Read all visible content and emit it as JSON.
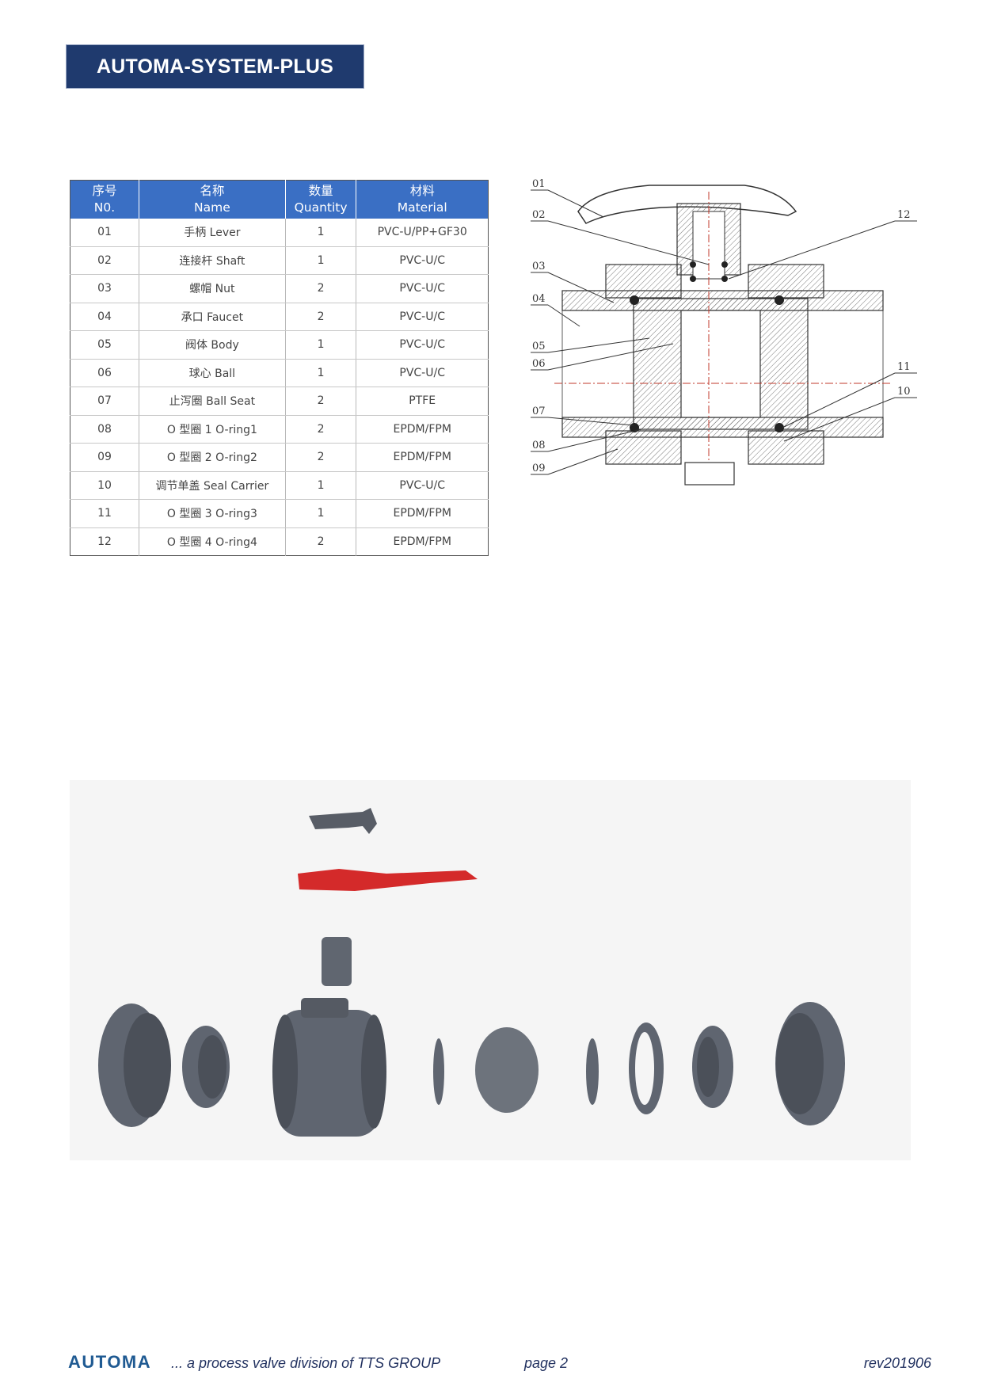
{
  "header": {
    "banner": "AUTOMA-SYSTEM-PLUS"
  },
  "table": {
    "headers": [
      {
        "zh": "序号",
        "en": "N0."
      },
      {
        "zh": "名称",
        "en": "Name"
      },
      {
        "zh": "数量",
        "en": "Quantity"
      },
      {
        "zh": "材料",
        "en": "Material"
      }
    ],
    "rows": [
      {
        "no": "01",
        "name": "手柄 Lever",
        "qty": "1",
        "material": "PVC-U/PP+GF30"
      },
      {
        "no": "02",
        "name": "连接杆 Shaft",
        "qty": "1",
        "material": "PVC-U/C"
      },
      {
        "no": "03",
        "name": "螺帽 Nut",
        "qty": "2",
        "material": "PVC-U/C"
      },
      {
        "no": "04",
        "name": "承口 Faucet",
        "qty": "2",
        "material": "PVC-U/C"
      },
      {
        "no": "05",
        "name": "阀体 Body",
        "qty": "1",
        "material": "PVC-U/C"
      },
      {
        "no": "06",
        "name": "球心 Ball",
        "qty": "1",
        "material": "PVC-U/C"
      },
      {
        "no": "07",
        "name": "止泻圈 Ball Seat",
        "qty": "2",
        "material": "PTFE"
      },
      {
        "no": "08",
        "name": "O 型圈 1 O-ring1",
        "qty": "2",
        "material": "EPDM/FPM"
      },
      {
        "no": "09",
        "name": "O 型圈 2 O-ring2",
        "qty": "2",
        "material": "EPDM/FPM"
      },
      {
        "no": "10",
        "name": "调节单盖 Seal Carrier",
        "qty": "1",
        "material": "PVC-U/C"
      },
      {
        "no": "11",
        "name": "O 型圈 3 O-ring3",
        "qty": "1",
        "material": "EPDM/FPM"
      },
      {
        "no": "12",
        "name": "O 型圈 4 O-ring4",
        "qty": "2",
        "material": "EPDM/FPM"
      }
    ]
  },
  "drawing": {
    "callouts": [
      "01",
      "02",
      "03",
      "04",
      "05",
      "06",
      "07",
      "08",
      "09",
      "10",
      "11",
      "12"
    ]
  },
  "colors": {
    "banner_bg": "#1f3a6e",
    "table_header_bg": "#3a6fc4",
    "lever_red": "#d42a2a",
    "pvc_grey": "#5f6570",
    "footer_blue": "#1f5a92"
  },
  "footer": {
    "brand": "AUTOMA",
    "tagline": "... a process valve division of TTS GROUP",
    "page": "page 2",
    "revision": "rev201906"
  }
}
